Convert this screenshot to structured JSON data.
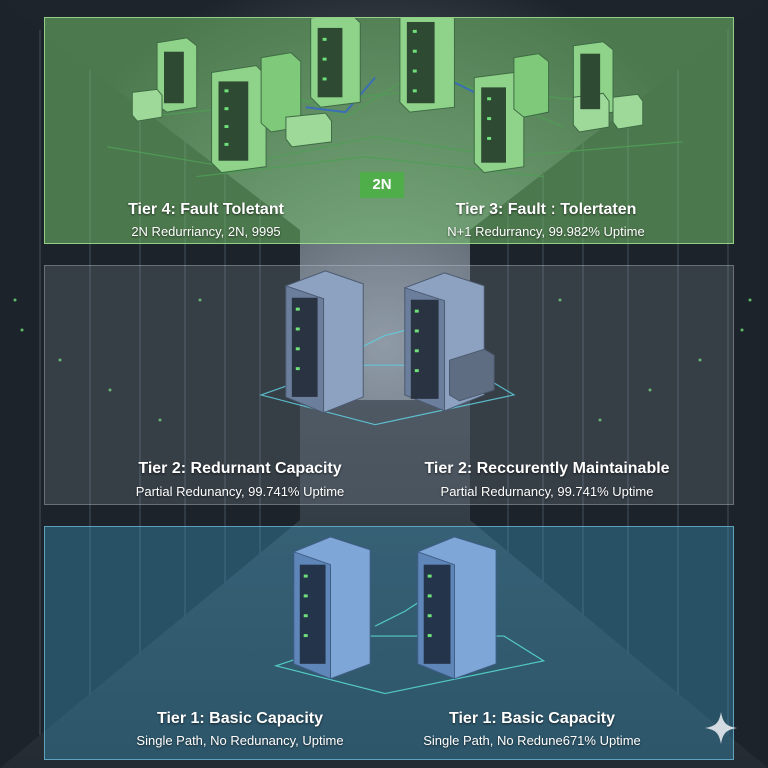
{
  "tier4": {
    "title": "Tier 4: Fault Toletant",
    "subtitle": "2N Redurriancy, 2N, 9995"
  },
  "tier3": {
    "title": "Tier 3: Fault ː Tolertaten",
    "subtitle": "N+1 Redurrancy, 99.982% Uptime"
  },
  "badge": "2N",
  "tier2_left": {
    "title": "Tier 2: Redurnant Capacity",
    "subtitle": "Partial Redunancy, 99.741% Uptime"
  },
  "tier2_right": {
    "title": "Tier 2: Reccurently Maintainable",
    "subtitle": "Partial Redurnancy, 99.741% Uptime"
  },
  "tier1_left": {
    "title": "Tier 1: Basic Capacity",
    "subtitle": "Single Path, No Redunancy, Uptime"
  },
  "tier1_right": {
    "title": "Tier 1: Basic Capacity",
    "subtitle": "Single Path, No Redune671% Uptime"
  },
  "colors": {
    "tier4_panel": "#78c86e",
    "tier2_panel": "#96a0af",
    "tier1_panel": "#3c96be",
    "badge": "#4fae4a",
    "server_green": "#8fd38a",
    "server_blue": "#7ea6d6",
    "server_steel": "#8da2c0"
  }
}
